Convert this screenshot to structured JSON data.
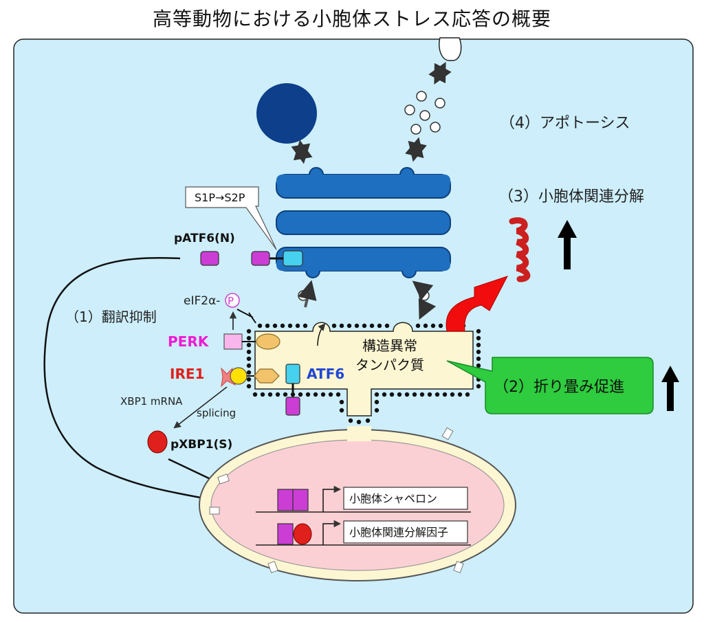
{
  "title": "高等動物における小胞体ストレス応答の概要",
  "labels": {
    "s1p_s2p": "S1P→S2P",
    "patf6n": "pATF6(N)",
    "eif2a": "eIF2α-",
    "phospho": "P",
    "translation": "（1）翻訳抑制",
    "perk": "PERK",
    "ire1": "IRE1",
    "atf6": "ATF6",
    "xbp1_mrna": "XBP1 mRNA",
    "splicing": "splicing",
    "pxbp1s": "pXBP1(S)",
    "misfolded_line1": "構造異常",
    "misfolded_line2": "タンパク質",
    "folding": "（2）折り畳み促進",
    "erad": "（3）小胞体関連分解",
    "apoptosis": "（4）アポトーシス",
    "gene_chaperone": "小胞体シャペロン",
    "gene_erad": "小胞体関連分解因子"
  },
  "colors": {
    "cell_bg": "#cdeefa",
    "golgi": "#1f6fc0",
    "golgi_dark": "#0d3f7a",
    "er_fill": "#fdf6d2",
    "nucleus_fill": "#fbd0d4",
    "perk": "#ee1bd4",
    "ire1": "#e0201c",
    "atf6": "#1f47d6",
    "arrow_green": "#2ecc3e",
    "arrow_red": "#f10d0d",
    "purple": "#cc3dd6",
    "cyan": "#46d2ee",
    "ribosome_red": "#cc1f1f"
  }
}
